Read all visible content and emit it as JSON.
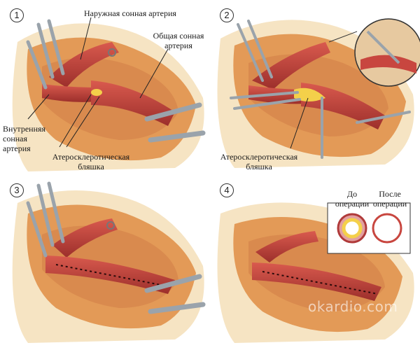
{
  "panels": [
    {
      "number": "1",
      "labels": {
        "external_carotid": "Наружная сонная артерия",
        "common_carotid_1": "Общая сонная",
        "common_carotid_2": "артерия",
        "internal_carotid_1": "Внутренняя",
        "internal_carotid_2": "сонная",
        "internal_carotid_3": "артерия",
        "plaque_1": "Атеросклеротическая",
        "plaque_2": "бляшка"
      }
    },
    {
      "number": "2",
      "labels": {
        "plaque_1": "Атеросклеротическая",
        "plaque_2": "бляшка"
      }
    },
    {
      "number": "3",
      "labels": {}
    },
    {
      "number": "4",
      "labels": {
        "before_1": "До",
        "before_2": "операции",
        "after_1": "После",
        "after_2": "операции"
      }
    }
  ],
  "watermark": "okardio.com",
  "colors": {
    "tissue": "#e8a05a",
    "tissue_light": "#f3c184",
    "fat": "#f2c93c",
    "artery": "#c8463f",
    "artery_dark": "#8f2626",
    "plaque": "#f4d04a",
    "instrument": "#9aa3ab",
    "suture": "#2a0a0a"
  }
}
